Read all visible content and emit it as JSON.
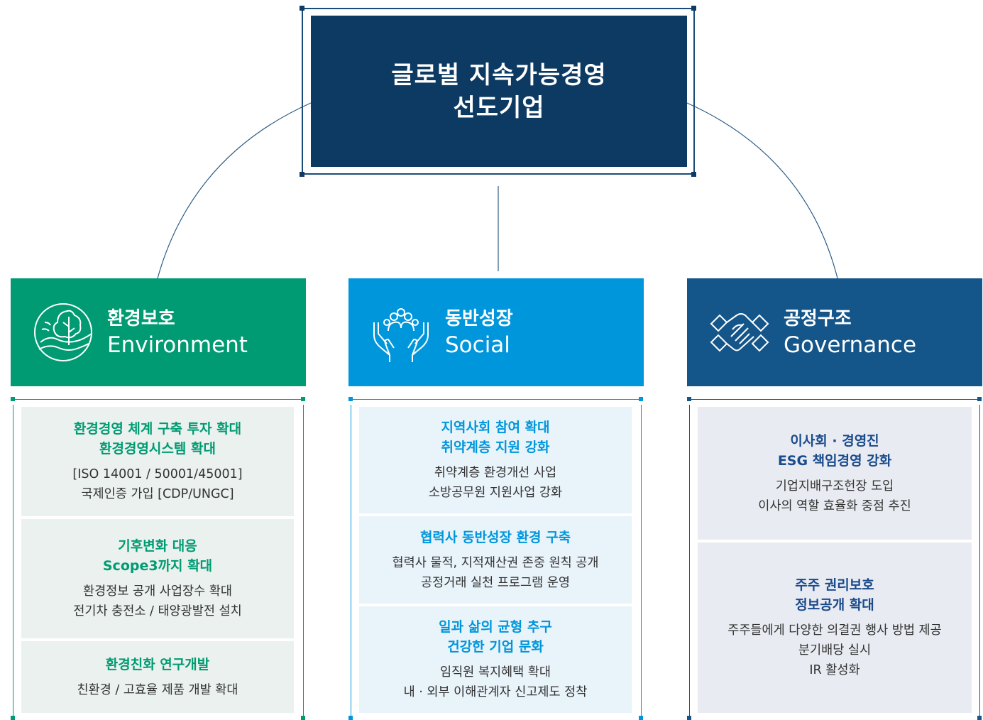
{
  "top": {
    "title_line1": "글로벌 지속가능경영",
    "title_line2": "선도기업"
  },
  "colors": {
    "navy": "#0c3a62",
    "env": "#009b72",
    "env_bg": "#eaf1ee",
    "soc": "#0096db",
    "soc_bg": "#e8f3fa",
    "gov": "#15568a",
    "gov_bg": "#e8ebf1",
    "gov_text": "#1a4b8c"
  },
  "categories": [
    {
      "key": "environment",
      "ko": "환경보호",
      "en": "Environment",
      "icon": "earth-tree-icon",
      "items": [
        {
          "heading": [
            "환경경영 체계 구축 투자 확대",
            "환경경영시스템 확대"
          ],
          "details": [
            "[ISO 14001 / 50001/45001]",
            "국제인증 가입 [CDP/UNGC]"
          ]
        },
        {
          "heading": [
            "기후변화 대응",
            "Scope3까지 확대"
          ],
          "details": [
            "환경정보 공개 사업장수 확대",
            "전기차 충전소 / 태양광발전 설치"
          ]
        },
        {
          "heading": [
            "환경친화 연구개발"
          ],
          "details": [
            "친환경 / 고효율 제품 개발 확대"
          ]
        }
      ]
    },
    {
      "key": "social",
      "ko": "동반성장",
      "en": "Social",
      "icon": "hands-people-icon",
      "items": [
        {
          "heading": [
            "지역사회 참여 확대",
            "취약계층 지원 강화"
          ],
          "details": [
            "취약계층 환경개선 사업",
            "소방공무원 지원사업 강화"
          ]
        },
        {
          "heading": [
            "협력사 동반성장 환경 구축"
          ],
          "details": [
            "협력사 물적, 지적재산권 존중 원칙 공개",
            "공정거래 실천 프로그램 운영"
          ]
        },
        {
          "heading": [
            "일과 삶의 균형 추구",
            "건강한 기업 문화"
          ],
          "details": [
            "임직원 복지혜택 확대",
            "내 · 외부 이해관계자 신고제도 정착"
          ]
        }
      ]
    },
    {
      "key": "governance",
      "ko": "공정구조",
      "en": "Governance",
      "icon": "handshake-icon",
      "items": [
        {
          "heading": [
            "이사회 · 경영진",
            "ESG 책임경영 강화"
          ],
          "details": [
            "기업지배구조헌장 도입",
            "이사의 역할 효율화 중점 추진"
          ]
        },
        {
          "heading": [
            "주주 권리보호",
            "정보공개 확대"
          ],
          "details": [
            "주주들에게 다양한 의결권 행사 방법 제공",
            "분기배당 실시",
            "IR 활성화"
          ]
        }
      ]
    }
  ]
}
